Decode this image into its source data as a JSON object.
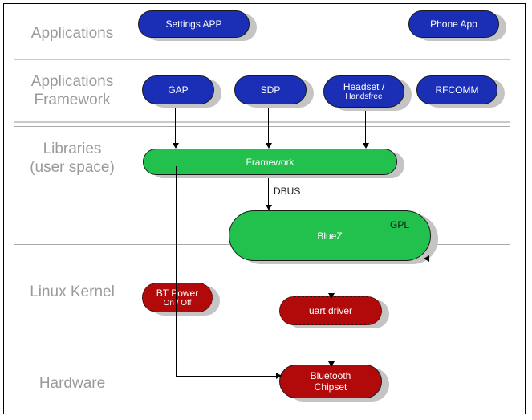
{
  "diagram": {
    "title": "Android Bluetooth stack layered architecture",
    "colors": {
      "node_blue": "#1a2fb5",
      "node_green": "#22c14e",
      "node_red": "#b20a0a",
      "layer_label": "#9a9a9a",
      "divider": "#c9c9c9",
      "background": "#ffffff",
      "connector": "#000000"
    }
  },
  "layers": [
    {
      "id": "applications",
      "label": "Applications"
    },
    {
      "id": "applications-framework",
      "label": "Applications\nFramework"
    },
    {
      "id": "libraries",
      "label": "Libraries\n(user space)"
    },
    {
      "id": "linux-kernel",
      "label": "Linux Kernel"
    },
    {
      "id": "hardware",
      "label": "Hardware"
    }
  ],
  "nodes": {
    "settings_app": {
      "label": "Settings APP",
      "sub": "",
      "color": "blue"
    },
    "phone_app": {
      "label": "Phone App",
      "sub": "",
      "color": "blue"
    },
    "gap": {
      "label": "GAP",
      "sub": "",
      "color": "blue"
    },
    "sdp": {
      "label": "SDP",
      "sub": "",
      "color": "blue"
    },
    "headset": {
      "label": "Headset /",
      "sub": "Handsfree",
      "color": "blue"
    },
    "rfcomm": {
      "label": "RFCOMM",
      "sub": "",
      "color": "blue"
    },
    "framework": {
      "label": "Framework",
      "sub": "",
      "color": "green"
    },
    "bluez": {
      "label": "BlueZ",
      "sub": "",
      "color": "green",
      "tag": "GPL"
    },
    "bt_power": {
      "label": "BT Power",
      "sub": "On / Off",
      "color": "red"
    },
    "uart_driver": {
      "label": "uart driver",
      "sub": "",
      "color": "red"
    },
    "bluetooth_chipset": {
      "label": "Bluetooth",
      "sub": "Chipset",
      "color": "red"
    }
  },
  "edges": [
    {
      "id": "gap-framework",
      "from": "gap",
      "to": "framework",
      "label": ""
    },
    {
      "id": "sdp-framework",
      "from": "sdp",
      "to": "framework",
      "label": ""
    },
    {
      "id": "headset-framework",
      "from": "headset",
      "to": "framework",
      "label": ""
    },
    {
      "id": "framework-bluez",
      "from": "framework",
      "to": "bluez",
      "label": "DBUS"
    },
    {
      "id": "rfcomm-bluez",
      "from": "rfcomm",
      "to": "bluez",
      "label": ""
    },
    {
      "id": "bluez-uart",
      "from": "bluez",
      "to": "uart_driver",
      "label": ""
    },
    {
      "id": "uart-chipset",
      "from": "uart_driver",
      "to": "bluetooth_chipset",
      "label": ""
    },
    {
      "id": "gap-chipset",
      "from": "gap",
      "to": "bluetooth_chipset",
      "label": ""
    }
  ]
}
